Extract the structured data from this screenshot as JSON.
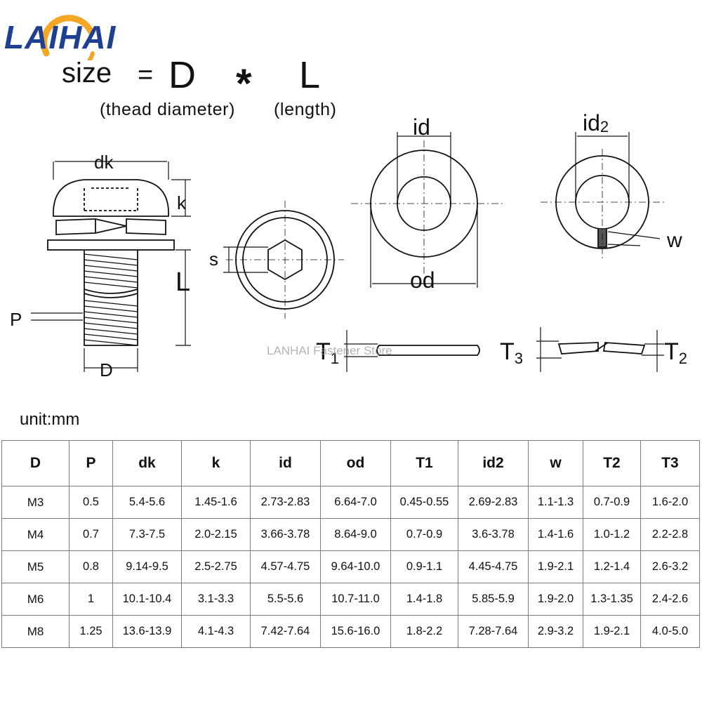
{
  "header": {
    "brand": "LAIHAI",
    "size_word": "size",
    "equals": "=",
    "d_symbol": "D",
    "times": "*",
    "l_symbol": "L",
    "d_note": "(thead diameter)",
    "l_note": "(length)"
  },
  "diagram": {
    "labels": {
      "dk": "dk",
      "k": "k",
      "L": "L",
      "P": "P",
      "D": "D",
      "s": "s",
      "id": "id",
      "od": "od",
      "id2": "id",
      "id2_sub": "2",
      "w": "w",
      "T1": "T",
      "T1_sub": "1",
      "T3": "T",
      "T3_sub": "3",
      "T2": "T",
      "T2_sub": "2"
    },
    "watermark": "LANHAI Fastener Store"
  },
  "unit": "unit:mm",
  "table": {
    "headers": [
      "D",
      "P",
      "dk",
      "k",
      "id",
      "od",
      "T1",
      "id2",
      "w",
      "T2",
      "T3"
    ],
    "rows": [
      [
        "M3",
        "0.5",
        "5.4-5.6",
        "1.45-1.6",
        "2.73-2.83",
        "6.64-7.0",
        "0.45-0.55",
        "2.69-2.83",
        "1.1-1.3",
        "0.7-0.9",
        "1.6-2.0"
      ],
      [
        "M4",
        "0.7",
        "7.3-7.5",
        "2.0-2.15",
        "3.66-3.78",
        "8.64-9.0",
        "0.7-0.9",
        "3.6-3.78",
        "1.4-1.6",
        "1.0-1.2",
        "2.2-2.8"
      ],
      [
        "M5",
        "0.8",
        "9.14-9.5",
        "2.5-2.75",
        "4.57-4.75",
        "9.64-10.0",
        "0.9-1.1",
        "4.45-4.75",
        "1.9-2.1",
        "1.2-1.4",
        "2.6-3.2"
      ],
      [
        "M6",
        "1",
        "10.1-10.4",
        "3.1-3.3",
        "5.5-5.6",
        "10.7-11.0",
        "1.4-1.8",
        "5.85-5.9",
        "1.9-2.0",
        "1.3-1.35",
        "2.4-2.6"
      ],
      [
        "M8",
        "1.25",
        "13.6-13.9",
        "4.1-4.3",
        "7.42-7.64",
        "15.6-16.0",
        "1.8-2.2",
        "7.28-7.64",
        "2.9-3.2",
        "1.9-2.1",
        "4.0-5.0"
      ]
    ]
  },
  "colors": {
    "brand": "#1f3f93",
    "logo_arc": "#f5a623",
    "line": "#111111",
    "grid": "#7a7a7a"
  }
}
